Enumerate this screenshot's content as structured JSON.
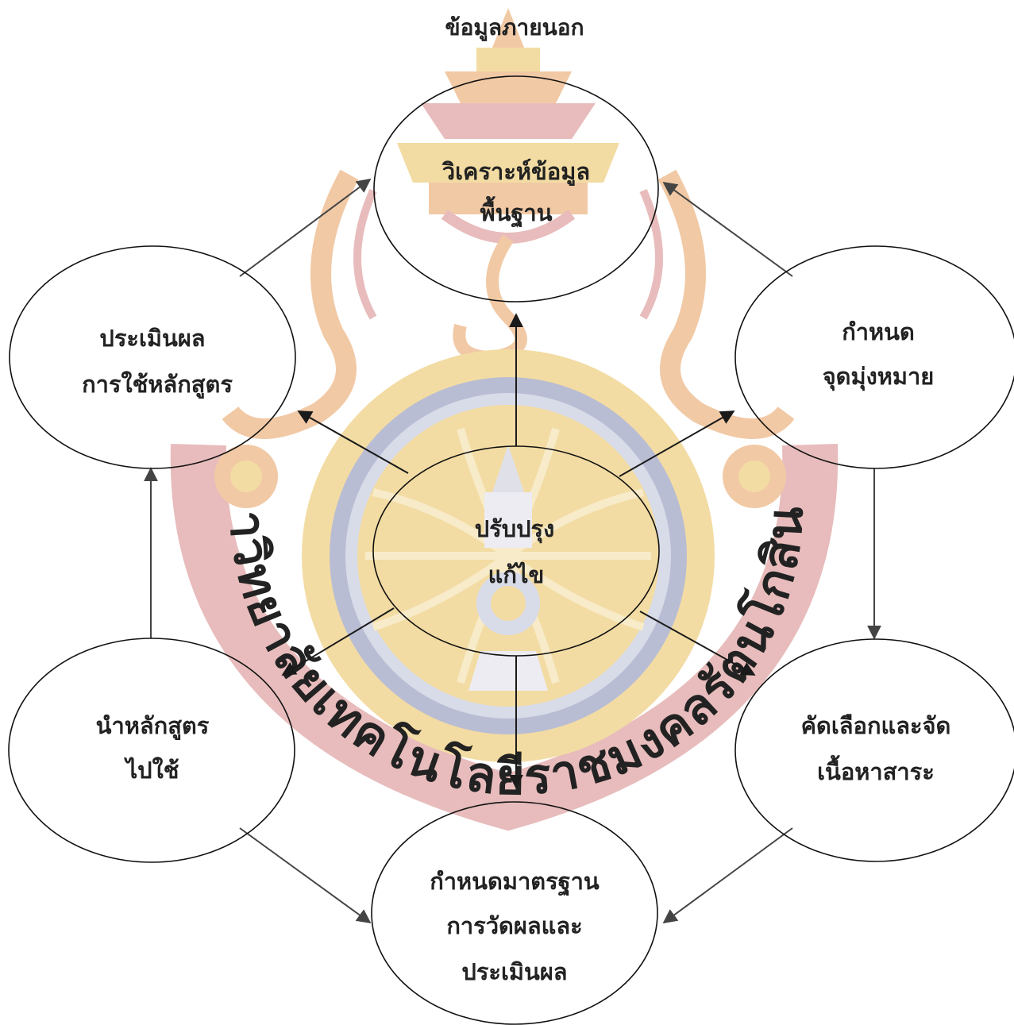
{
  "header": {
    "external_data_label": "ข้อมูลภายนอก"
  },
  "nodes": {
    "analyze": {
      "line1": "วิเคราะห์ข้อมูล",
      "line2": "พื้นฐาน"
    },
    "goals": {
      "line1": "กำหนด",
      "line2": "จุดมุ่งหมาย"
    },
    "content": {
      "line1": "คัดเลือกและจัด",
      "line2": "เนื้อหาสาระ"
    },
    "standards": {
      "line1": "กำหนดมาตรฐาน",
      "line2": "การวัดผลและ",
      "line3": "ประเมินผล"
    },
    "implement": {
      "line1": "นำหลักสูตร",
      "line2": "ไปใช้"
    },
    "evaluate": {
      "line1": "ประเมินผล",
      "line2": "การใช้หลักสูตร"
    },
    "improve": {
      "line1": "ปรับปรุง",
      "line2": "แก้ไข"
    }
  },
  "watermark": {
    "arc_text": "มหาวิทยาลัยเทคโนโลยีราชมงคลรัตนโกสินทร์",
    "colors": {
      "red": "#e8bcbc",
      "orange": "#f1c9a5",
      "gold": "#f3dca3",
      "navy": "#b9bdd3",
      "light_blue": "#d8dbe8"
    }
  }
}
